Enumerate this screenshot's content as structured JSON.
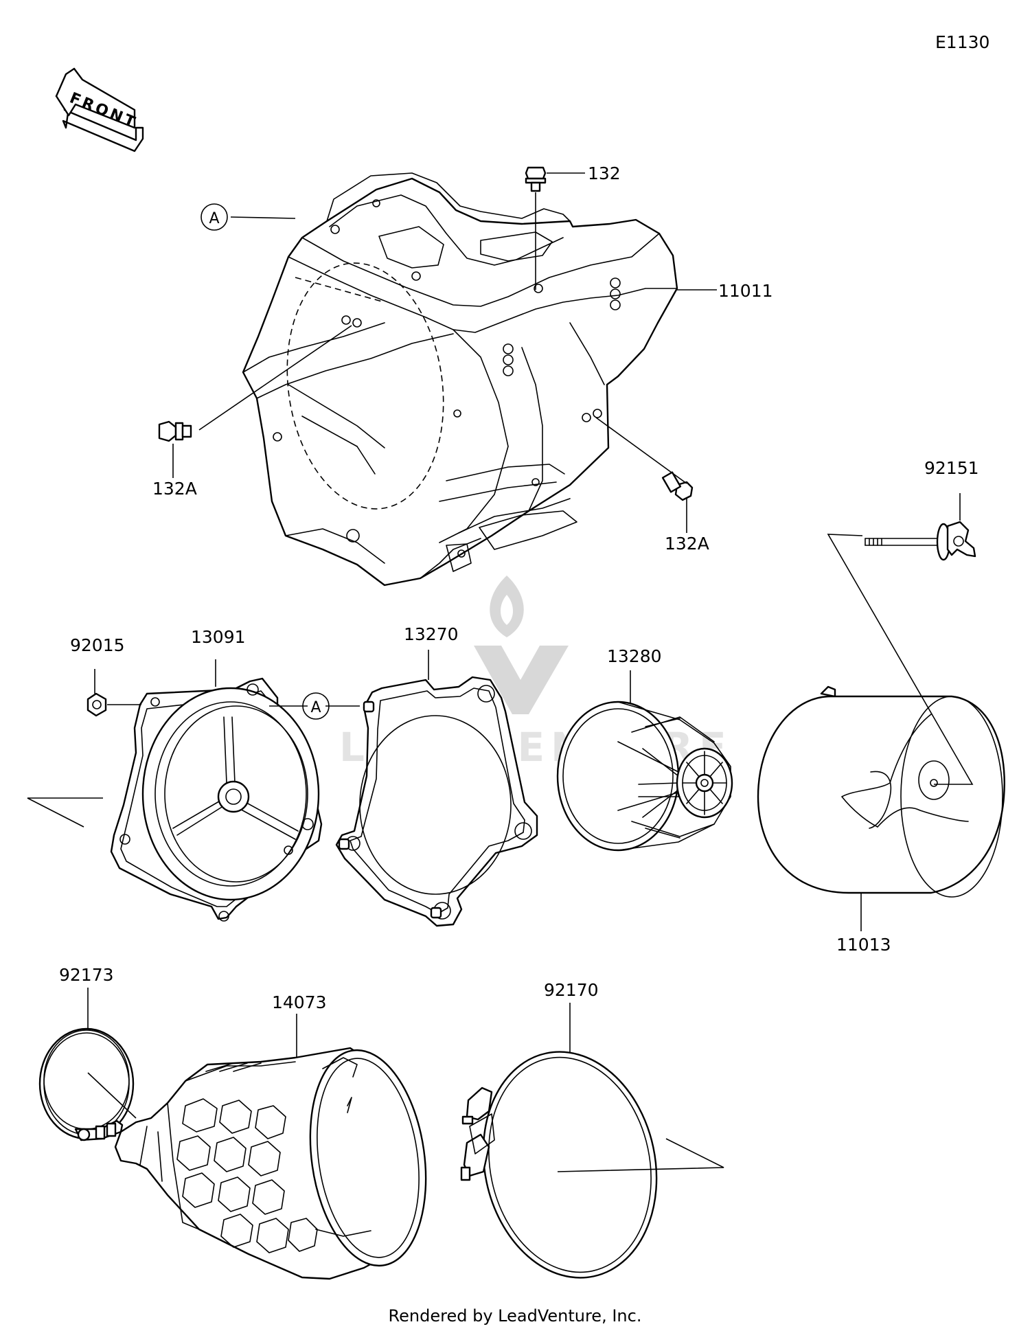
{
  "diagram_id": "E1130",
  "front_label": "FRONT",
  "reference_marker": "A",
  "parts": {
    "p132": "132",
    "p11011": "11011",
    "p132A_left": "132A",
    "p132A_right": "132A",
    "p92151": "92151",
    "p92015": "92015",
    "p13091": "13091",
    "p13270": "13270",
    "p13280": "13280",
    "p11013": "11013",
    "p92173": "92173",
    "p14073": "14073",
    "p92170": "92170"
  },
  "watermark": "LEADVENTURE",
  "footer": "Rendered by LeadVenture, Inc."
}
